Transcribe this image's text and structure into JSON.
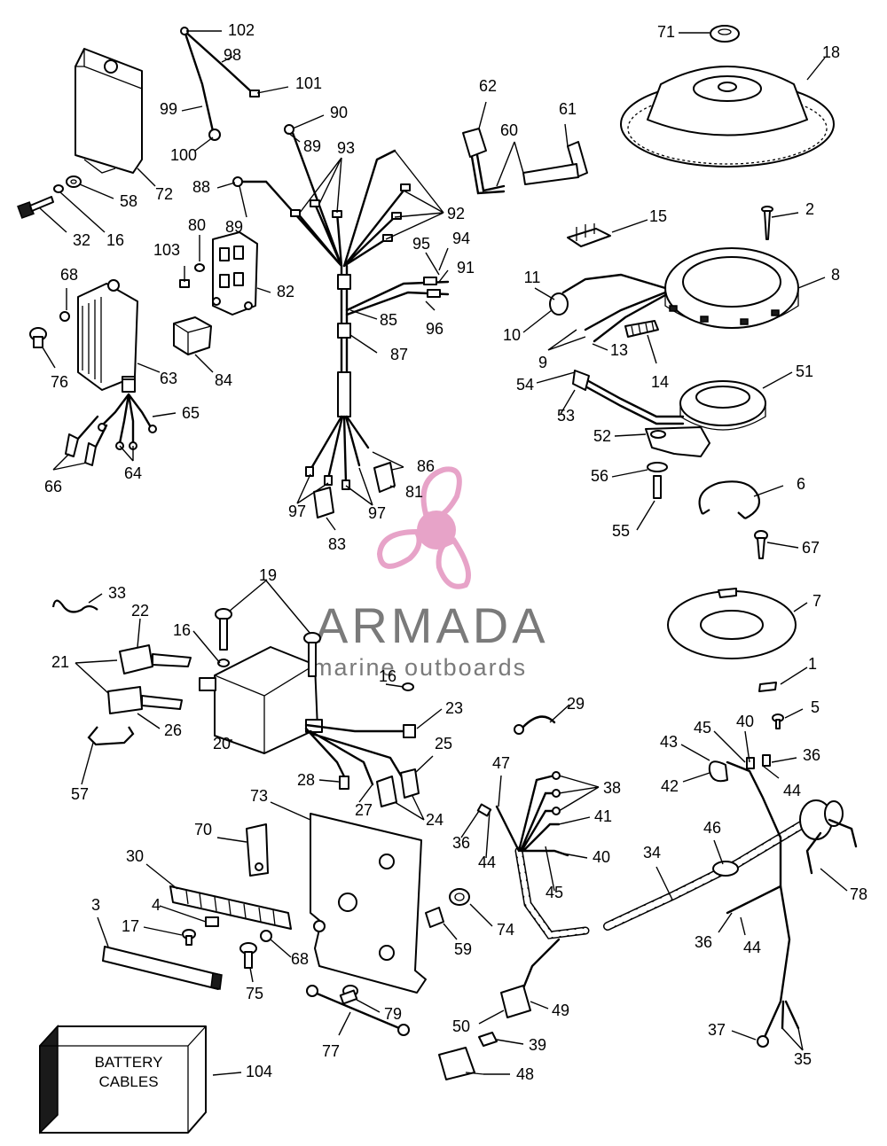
{
  "watermark": {
    "title": "ARMADA",
    "subtitle": "marine outboards",
    "color": "#e7a3c8",
    "text_color": "#7a7a7a"
  },
  "battery_box": {
    "line1": "BATTERY",
    "line2": "CABLES",
    "ref": "104"
  },
  "labels": {
    "l102": "102",
    "l98": "98",
    "l101": "101",
    "l99": "99",
    "l100": "100",
    "l72": "72",
    "l58": "58",
    "l32": "32",
    "l16a": "16",
    "l90": "90",
    "l89a": "89",
    "l93": "93",
    "l88": "88",
    "l89b": "89",
    "l92": "92",
    "l80": "80",
    "l103": "103",
    "l82": "82",
    "l95": "95",
    "l94": "94",
    "l91": "91",
    "l96": "96",
    "l85": "85",
    "l87": "87",
    "l84": "84",
    "l68a": "68",
    "l76": "76",
    "l63": "63",
    "l65": "65",
    "l66": "66",
    "l64": "64",
    "l86": "86",
    "l81": "81",
    "l97a": "97",
    "l97b": "97",
    "l83": "83",
    "l62": "62",
    "l61": "61",
    "l60": "60",
    "l71": "71",
    "l18": "18",
    "l2": "2",
    "l15": "15",
    "l8": "8",
    "l11": "11",
    "l10": "10",
    "l9": "9",
    "l13": "13",
    "l14": "14",
    "l54": "54",
    "l53": "53",
    "l51": "51",
    "l52": "52",
    "l56": "56",
    "l55": "55",
    "l6": "6",
    "l67": "67",
    "l7": "7",
    "l1": "1",
    "l5": "5",
    "l33": "33",
    "l19": "19",
    "l22": "22",
    "l16b": "16",
    "l21": "21",
    "l26": "26",
    "l20": "20",
    "l16c": "16",
    "l23": "23",
    "l29": "29",
    "l57": "57",
    "l25": "25",
    "l28": "28",
    "l27": "27",
    "l24": "24",
    "l73": "73",
    "l47": "47",
    "l38": "38",
    "l36a": "36",
    "l44a": "44",
    "l41": "41",
    "l40a": "40",
    "l45a": "45",
    "l70": "70",
    "l30": "30",
    "l3": "3",
    "l4": "4",
    "l17": "17",
    "l68b": "68",
    "l75": "75",
    "l59": "59",
    "l74": "74",
    "l79": "79",
    "l77": "77",
    "l50": "50",
    "l49": "49",
    "l39": "39",
    "l48": "48",
    "l34": "34",
    "l43": "43",
    "l45b": "45",
    "l40b": "40",
    "l36b": "36",
    "l42": "42",
    "l44b": "44",
    "l46": "46",
    "l78": "78",
    "l36c": "36",
    "l44c": "44",
    "l37": "37",
    "l35": "35"
  }
}
